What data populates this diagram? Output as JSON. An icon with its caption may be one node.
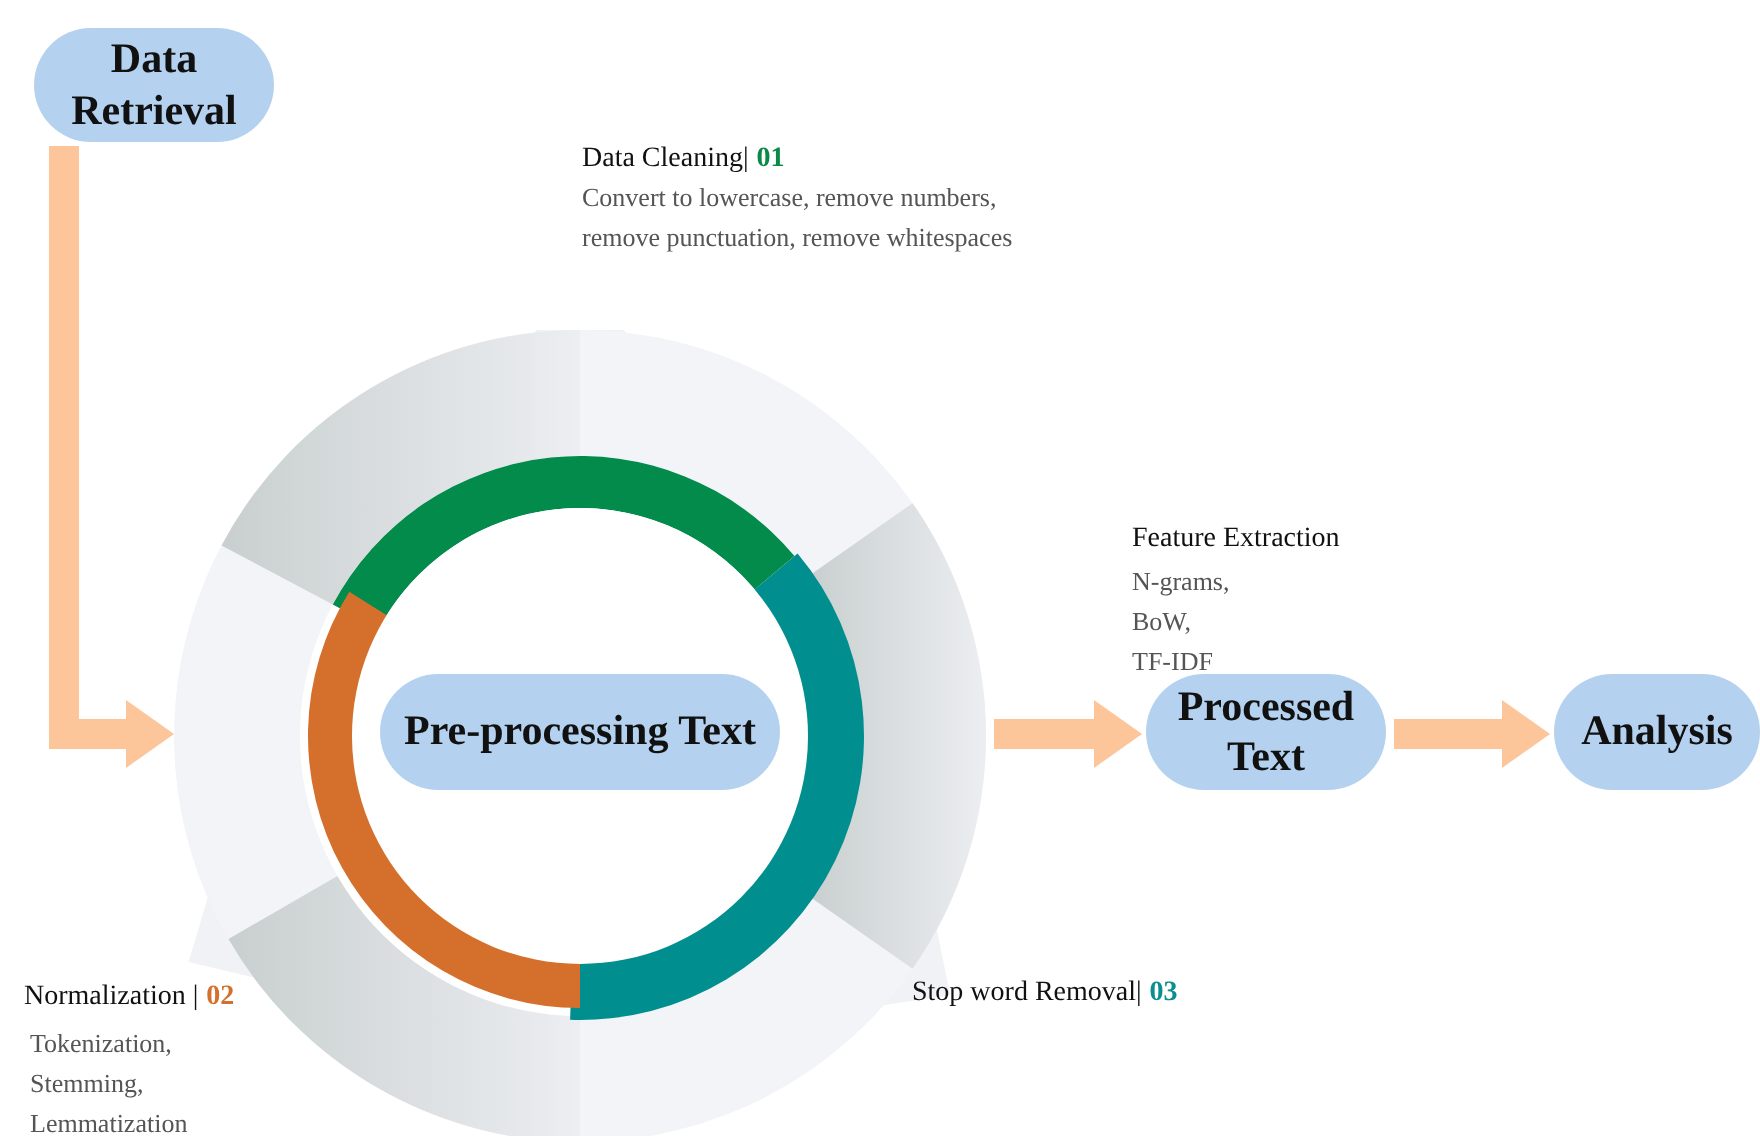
{
  "diagram": {
    "nodes": [
      {
        "text": [
          "Data Retrieval"
        ]
      },
      {
        "text": [],
        "shape": "circle"
      },
      {
        "text": [
          "Pre-processing Text"
        ],
        "in": 1
      },
      {
        "text": [
          "Processed Text"
        ]
      },
      {
        "text": [
          "Analysis"
        ]
      }
    ],
    "edges": [
      {
        "from": 0,
        "to": 1,
        "arrow": "to"
      },
      {
        "from": 1,
        "to": 3,
        "arrow": "to"
      },
      {
        "from": 3,
        "to": 4,
        "arrow": "to"
      }
    ],
    "labels": [
      "Data Cleaning|",
      "01",
      "Convert to lowercase, remove numbers, remove punctuation, remove whitespaces",
      "Normalization |",
      "02",
      "Tokenization, Stemming, Lemmatization",
      "Stop word Removal|",
      "03",
      "Feature Extraction",
      "N-grams, BoW, TF-IDF"
    ]
  }
}
